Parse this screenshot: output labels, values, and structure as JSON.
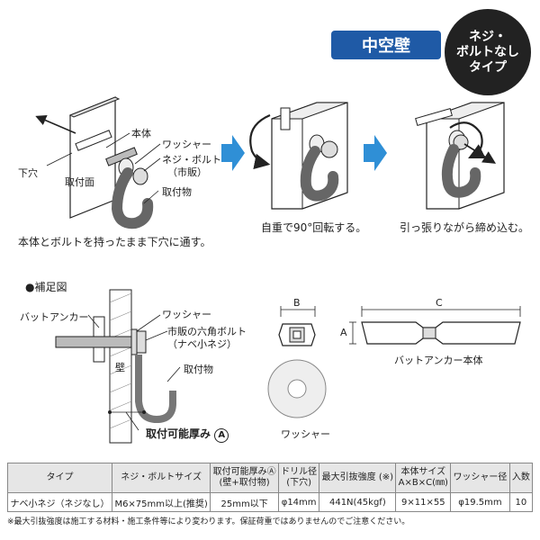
{
  "header": {
    "wall_type": "中空壁",
    "badge_lines": [
      "ネジ・",
      "ボルトなし",
      "タイプ"
    ]
  },
  "steps": {
    "step1": {
      "labels": {
        "body": "本体",
        "washer": "ワッシャー",
        "screw_bolt": "ネジ・ボルト",
        "screw_bolt_note": "（市販）",
        "bottom_hole": "下穴",
        "mount_surface": "取付面",
        "fixture": "取付物"
      },
      "caption": "本体とボルトを持ったまま下穴に通す。"
    },
    "step2": {
      "caption": "自重で90°回転する。"
    },
    "step3": {
      "caption": "引っ張りながら締め込む。"
    }
  },
  "supplement": {
    "title": "●補足図",
    "labels": {
      "butt_anchor": "バットアンカー",
      "washer": "ワッシャー",
      "hex_bolt": "市販の六角ボルト",
      "hex_bolt_note": "（ナベ小ネジ）",
      "wall": "壁",
      "fixture": "取付物",
      "thickness": "取付可能厚み",
      "thickness_mark": "A"
    }
  },
  "dims": {
    "b": "B",
    "a": "A",
    "c": "C",
    "body_label": "バットアンカー本体",
    "washer_label": "ワッシャー"
  },
  "table": {
    "headers": [
      [
        "タイプ"
      ],
      [
        "ネジ・ボルトサイズ"
      ],
      [
        "取付可能厚みⒶ",
        "(壁+取付物)"
      ],
      [
        "ドリル径",
        "(下穴)"
      ],
      [
        "最大引抜強度 (※)"
      ],
      [
        "本体サイズ",
        "A×B×C(㎜)"
      ],
      [
        "ワッシャー径"
      ],
      [
        "入数"
      ]
    ],
    "rows": [
      [
        "ナベ小ネジ（ネジなし）",
        "M6×75mm以上(推奨)",
        "25mm以下",
        "φ14mm",
        "441N(45kgf)",
        "9×11×55",
        "φ19.5mm",
        "10"
      ]
    ]
  },
  "note": "※最大引抜強度は施工する材料・施工条件等により変わります。保証荷重ではありませんのでご注意ください。",
  "colors": {
    "badge_blue": "#1f5aa6",
    "arrow_blue": "#2f8fd6",
    "part_gray": "#8a8a8a"
  }
}
